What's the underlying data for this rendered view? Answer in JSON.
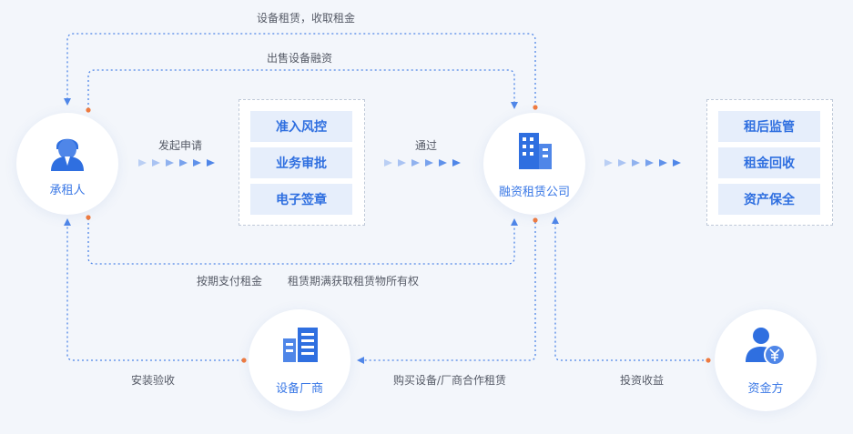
{
  "nodes": {
    "lessee": {
      "label": "承租人",
      "icon": "user-icon"
    },
    "leasing_company": {
      "label": "融资租赁公司",
      "icon": "building-icon"
    },
    "equipment_vendor": {
      "label": "设备厂商",
      "icon": "factory-icon"
    },
    "fund_provider": {
      "label": "资金方",
      "icon": "user-yuan-icon"
    }
  },
  "approval_steps": [
    "准入风控",
    "业务审批",
    "电子签章"
  ],
  "post_lease_steps": [
    "租后监管",
    "租金回收",
    "资产保全"
  ],
  "flow_labels": {
    "lease_equipment": "设备租赁，收取租金",
    "sell_equipment": "出售设备融资",
    "apply": "发起申请",
    "pass": "通过",
    "pay_rent": "按期支付租金",
    "ownership": "租赁期满获取租赁物所有权",
    "install_accept": "安装验收",
    "purchase": "购买设备/厂商合作租赁",
    "invest_return": "投资收益"
  },
  "colors": {
    "accent": "#3a78e6",
    "dot_line": "#4f86e8",
    "origin_dot": "#f07b3f",
    "pill_bg": "#e6eefb"
  }
}
